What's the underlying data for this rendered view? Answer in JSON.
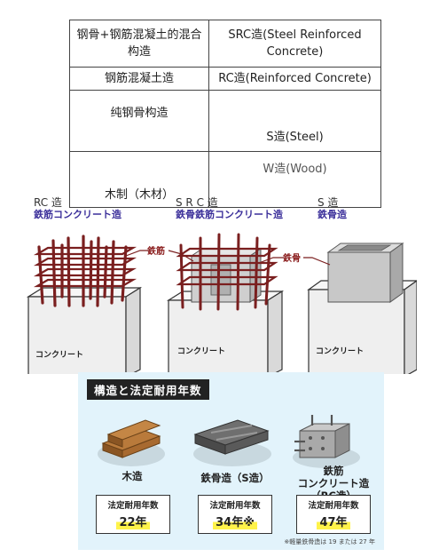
{
  "table": {
    "rows": [
      {
        "cn": "钢骨+钢筋混凝土的混合构造",
        "en": "SRC造(Steel Reinforced Concrete)"
      },
      {
        "cn": "钢筋混凝土造",
        "en": "RC造(Reinforced Concrete)"
      },
      {
        "cn": "纯钢骨构造",
        "en": "S造(Steel)"
      },
      {
        "cn": "木制（木材）",
        "en": "W造(Wood)"
      }
    ]
  },
  "structures": {
    "rc": {
      "title": "RC 造",
      "subtitle": "鉄筋コンクリート造",
      "base": "コンクリート"
    },
    "src": {
      "title": "S R C 造",
      "subtitle": "鉄骨鉄筋コンクリート造",
      "base": "コンクリート"
    },
    "s": {
      "title": "S 造",
      "subtitle": "鉄骨造",
      "base": "コンクリート"
    },
    "callouts": {
      "rebar": "鉄筋",
      "steel": "鉄骨"
    }
  },
  "life_panel": {
    "heading": "構造と法定耐用年数",
    "items": [
      {
        "name": "木造",
        "label": "法定耐用年数",
        "value": "22年"
      },
      {
        "name": "鉄骨造（S造）",
        "label": "法定耐用年数",
        "value": "34年※"
      },
      {
        "name_line1": "鉄筋",
        "name_line2": "コンクリート造（RC造）",
        "label": "法定耐用年数",
        "value": "47年"
      }
    ],
    "footnote": "※軽量鉄骨造は 19 または 27 年"
  },
  "colors": {
    "rebar": "#7a1f1f",
    "concrete": "#eeeeee",
    "panel_bg": "#e2f3fb",
    "highlight": "#fff34a",
    "jp_label": "#3b2f9a"
  }
}
